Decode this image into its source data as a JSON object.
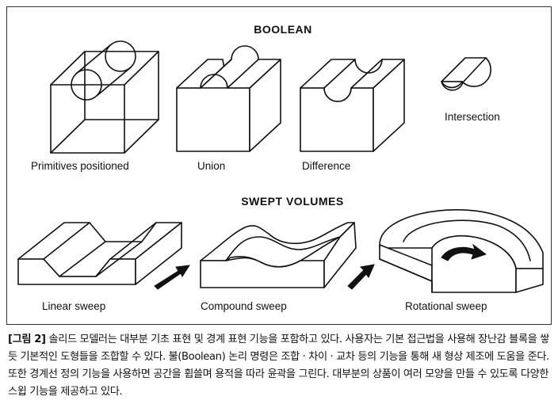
{
  "figure": {
    "boolean_title": "BOOLEAN",
    "swept_title": "SWEPT VOLUMES",
    "labels": {
      "primitives": "Primitives positioned",
      "union": "Union",
      "difference": "Difference",
      "intersection": "Intersection",
      "linear": "Linear sweep",
      "compound": "Compound sweep",
      "rotational": "Rotational sweep"
    }
  },
  "caption": {
    "label": "[그림 2]",
    "text": " 솔리드 모델러는 대부분 기초 표현 및 경계 표현 기능을 포함하고 있다. 사용자는 기본 접근법을 사용해 장난감 블록을 쌓듯 기본적인 도형들을 조합할 수 있다. 불(Boolean) 논리 명령은 조합 · 차이 · 교차 등의 기능을 통해 새 형상 제조에 도움을 준다. 또한 경계선 정의 기능을 사용하면 공간을 휩쓸며 용적을 따라 윤곽을 그린다. 대부분의 상품이 여러 모양을 만들 수 있도록 다양한 스윕 기능을 제공하고 있다."
  }
}
